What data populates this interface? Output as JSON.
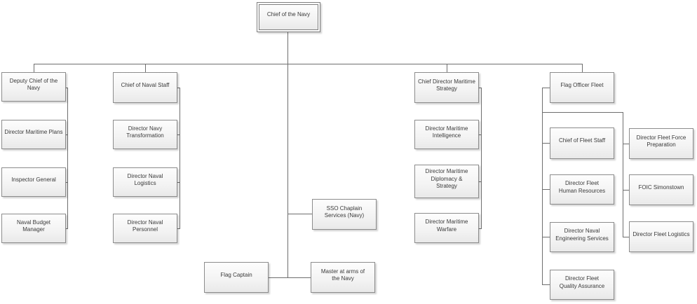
{
  "diagram": {
    "type": "org-chart",
    "root": "Chief of the Navy"
  },
  "nodes": [
    {
      "id": "chief-of-the-navy",
      "label": "Chief of the Navy"
    },
    {
      "id": "deputy-chief-of-the-navy",
      "label": "Deputy Chief of the Navy"
    },
    {
      "id": "director-maritime-plans",
      "label": "Director Maritime Plans"
    },
    {
      "id": "inspector-general",
      "label": "Inspector General"
    },
    {
      "id": "naval-budget-manager",
      "label": "Naval Budget Manager"
    },
    {
      "id": "chief-of-naval-staff",
      "label": "Chief of Naval Staff"
    },
    {
      "id": "director-navy-transformation",
      "label": "Director Navy Transformation"
    },
    {
      "id": "director-naval-logistics",
      "label": "Director Naval Logistics"
    },
    {
      "id": "director-naval-personnel",
      "label": "Director Naval Personnel"
    },
    {
      "id": "sso-chaplain-services-navy",
      "label": "SSO Chaplain Services (Navy)"
    },
    {
      "id": "flag-captain",
      "label": "Flag Captain"
    },
    {
      "id": "master-at-arms-of-the-navy",
      "label": "Master at arms of the Navy"
    },
    {
      "id": "chief-director-maritime-strategy",
      "label": "Chief Director Maritime Strategy"
    },
    {
      "id": "director-maritime-intelligence",
      "label": "Director Maritime Intelligence"
    },
    {
      "id": "director-maritime-diplomacy-strategy",
      "label": "Director Maritime Diplomacy & Strategy"
    },
    {
      "id": "director-maritime-warfare",
      "label": "Director Maritime Warfare"
    },
    {
      "id": "flag-officer-fleet",
      "label": "Flag Officer Fleet"
    },
    {
      "id": "chief-of-fleet-staff",
      "label": "Chief of Fleet Staff"
    },
    {
      "id": "director-fleet-human-resources",
      "label": "Director Fleet Human Resources"
    },
    {
      "id": "director-naval-engineering-services",
      "label": "Director Naval Engineering Services"
    },
    {
      "id": "director-fleet-quality-assurance",
      "label": "Director Fleet Quality Assurance"
    },
    {
      "id": "director-fleet-force-preparation",
      "label": "Director Fleet Force Preparation"
    },
    {
      "id": "foic-simonstown",
      "label": "FOIC Simonstown"
    },
    {
      "id": "director-fleet-logistics",
      "label": "Director Fleet Logistics"
    }
  ],
  "hierarchy": [
    {
      "parent": "Chief of the Navy",
      "children": [
        "Deputy Chief of the Navy",
        "Chief of Naval Staff",
        "SSO Chaplain Services (Navy)",
        "Flag Captain",
        "Master at arms of the Navy",
        "Chief Director Maritime Strategy",
        "Flag Officer Fleet"
      ]
    },
    {
      "parent": "Deputy Chief of the Navy",
      "children": [
        "Director Maritime Plans",
        "Inspector General",
        "Naval Budget Manager"
      ]
    },
    {
      "parent": "Chief of Naval Staff",
      "children": [
        "Director Navy Transformation",
        "Director Naval Logistics",
        "Director Naval Personnel"
      ]
    },
    {
      "parent": "Chief Director Maritime Strategy",
      "children": [
        "Director Maritime Intelligence",
        "Director Maritime Diplomacy & Strategy",
        "Director Maritime Warfare"
      ]
    },
    {
      "parent": "Flag Officer Fleet",
      "children": [
        "Chief of Fleet Staff",
        "Director Fleet Human Resources",
        "Director Naval Engineering Services",
        "Director Fleet Quality Assurance",
        "Director Fleet Force Preparation",
        "FOIC Simonstown",
        "Director Fleet Logistics"
      ]
    }
  ],
  "colors": {
    "box_border": "#8c8c8c",
    "box_fill_top": "#fdfdfd",
    "box_fill_bottom": "#e9e9e9",
    "connector": "#6e6e6e",
    "text": "#3a3a3a",
    "background": "#ffffff"
  }
}
